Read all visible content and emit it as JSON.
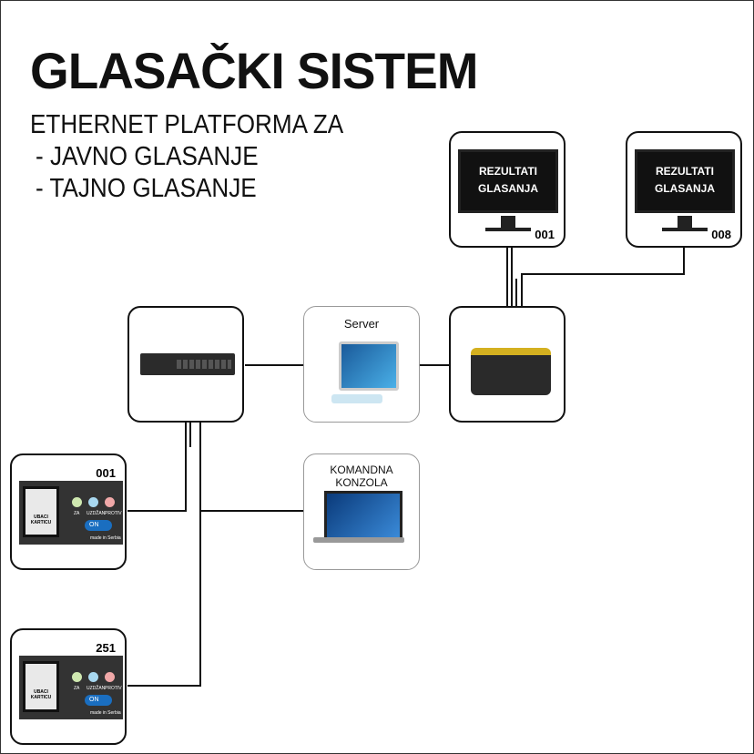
{
  "title": "GLASAČKI SISTEM",
  "subtitle": [
    "ETHERNET PLATFORMA ZA",
    "- JAVNO GLASANJE",
    "- TAJNO GLASANJE"
  ],
  "monitors": [
    {
      "text": "REZULTATI GLASANJA",
      "number": "001"
    },
    {
      "text": "REZULTATI GLASANJA",
      "number": "008"
    }
  ],
  "server_label": "Server",
  "console_label": "KOMANDNA KONZOLA",
  "terminals": [
    {
      "number": "001"
    },
    {
      "number": "251"
    }
  ],
  "terminal_ui": {
    "card": "UBACI KARTICU",
    "za": "ZA",
    "uzdrzan": "UZDŽAN",
    "protiv": "PROTIV",
    "switch": "ON",
    "made": "made in Serbia"
  }
}
